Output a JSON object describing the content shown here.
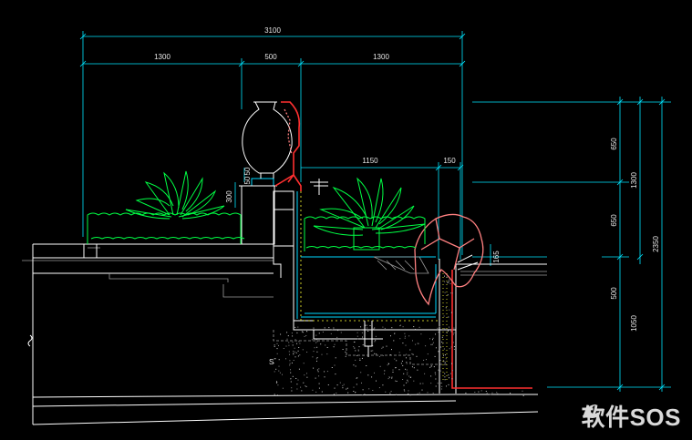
{
  "dimensions": {
    "overall_width": "3100",
    "left_span": "1300",
    "mid_span": "500",
    "right_span": "1300",
    "pool_span": "1150",
    "edge_span": "150",
    "height_top": "650",
    "height_mid": "650",
    "height_upper_total": "1300",
    "height_total": "2350",
    "height_lower": "500",
    "height_base": "1050",
    "urn_a": "50",
    "urn_b": "50",
    "urn_ped": "300",
    "water_level": "165"
  },
  "labels": {
    "floor_mark": "S"
  },
  "watermark": {
    "text": "软件SOS",
    "icon": "swirl-logo-icon"
  },
  "colors": {
    "background": "#000000",
    "dimension": "#00e5ff",
    "structure": "#ffffff",
    "waterproof": "#ff3030",
    "plants": "#00ff44",
    "rock": "#ff8080"
  }
}
